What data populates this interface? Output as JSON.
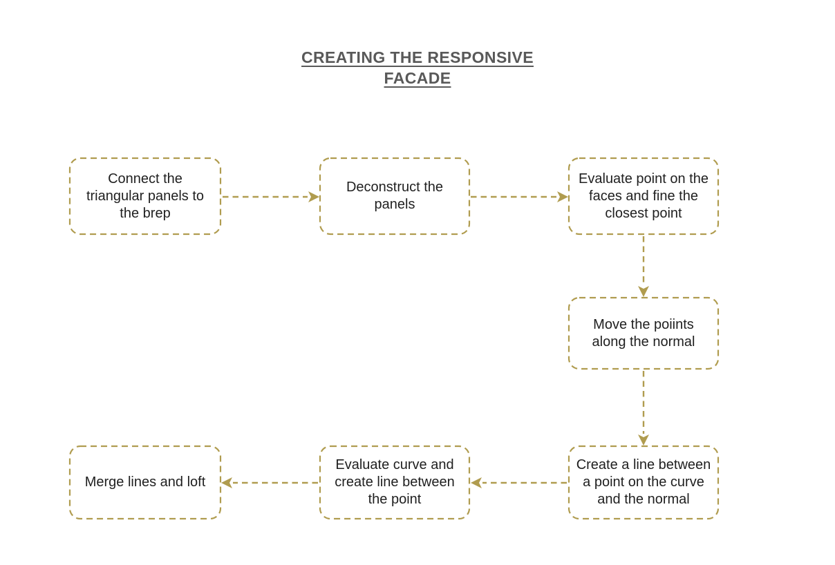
{
  "title": {
    "line1": "CREATING THE RESPONSIVE",
    "line2": "FACADE"
  },
  "colors": {
    "accent": "#B09C4F",
    "title_text": "#595959",
    "node_text": "#1F1F1F",
    "background": "#FFFFFF"
  },
  "flowchart": {
    "nodes": [
      {
        "id": "connect-panels",
        "label": "Connect the\ntriangular panels to\nthe brep"
      },
      {
        "id": "deconstruct-panels",
        "label": "Deconstruct the\npanels"
      },
      {
        "id": "evaluate-point",
        "label": "Evaluate point on the\nfaces and fine the\nclosest point"
      },
      {
        "id": "move-points",
        "label": "Move the poiints\nalong the normal"
      },
      {
        "id": "create-line",
        "label": "Create a line between\na point on the curve\nand the normal"
      },
      {
        "id": "evaluate-curve",
        "label": "Evaluate curve and\ncreate line between\nthe point"
      },
      {
        "id": "merge-loft",
        "label": "Merge lines and loft"
      }
    ],
    "connections": [
      {
        "from": "connect-panels",
        "to": "deconstruct-panels",
        "direction": "right"
      },
      {
        "from": "deconstruct-panels",
        "to": "evaluate-point",
        "direction": "right"
      },
      {
        "from": "evaluate-point",
        "to": "move-points",
        "direction": "down"
      },
      {
        "from": "move-points",
        "to": "create-line",
        "direction": "down"
      },
      {
        "from": "create-line",
        "to": "evaluate-curve",
        "direction": "left"
      },
      {
        "from": "evaluate-curve",
        "to": "merge-loft",
        "direction": "left"
      }
    ]
  }
}
